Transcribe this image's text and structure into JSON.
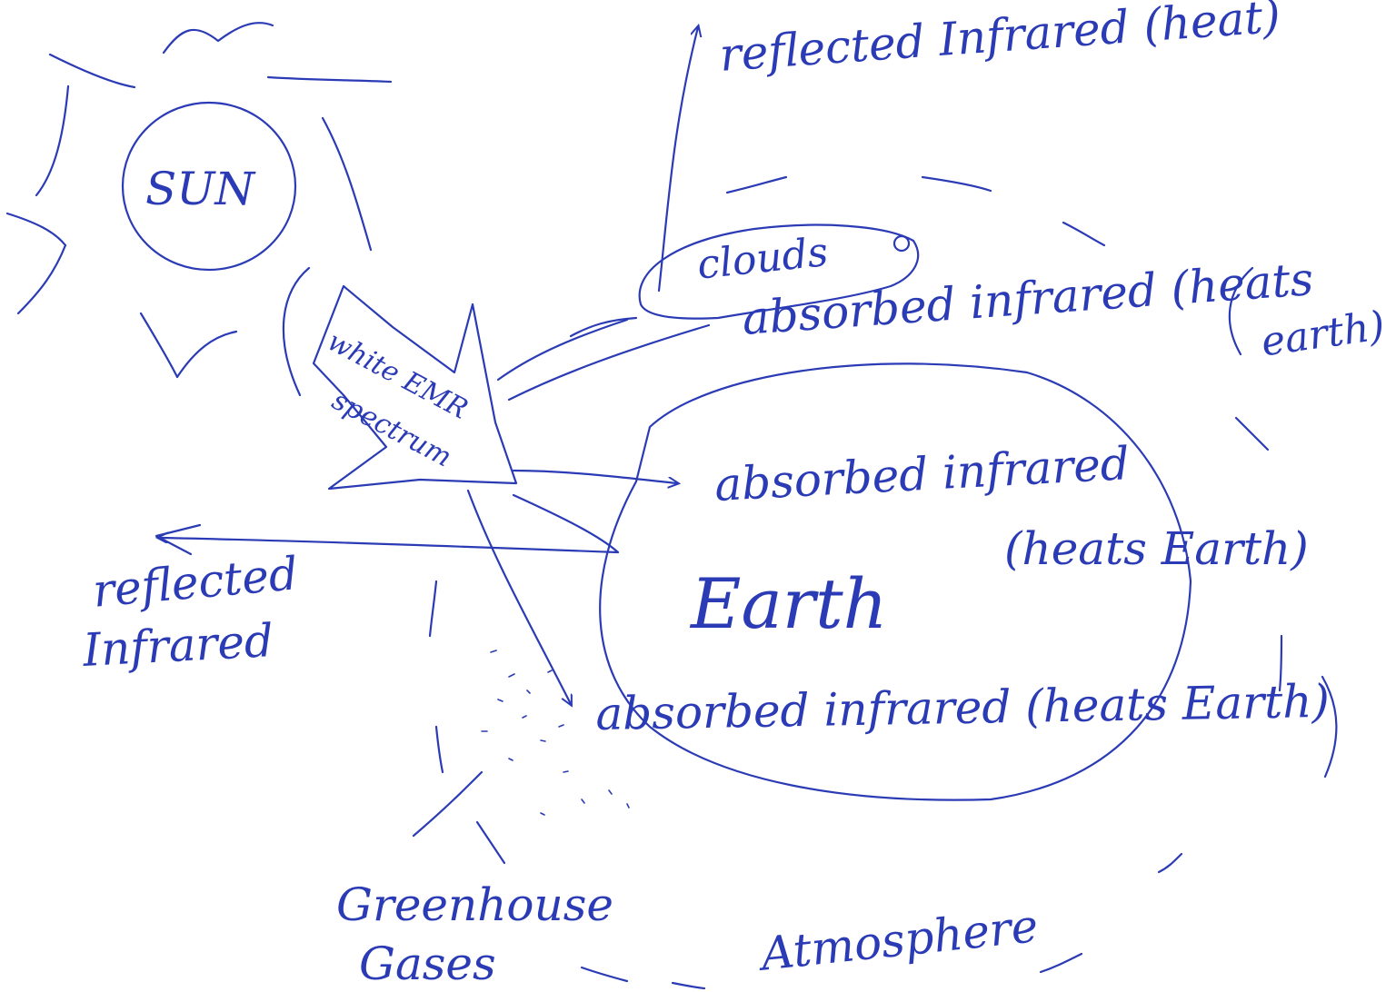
{
  "labels": {
    "sun": "SUN",
    "white_emr_line1": "white EMR",
    "white_emr_line2": "spectrum",
    "reflected_infrared_heat": "reflected Infrared (heat)",
    "clouds": "clouds",
    "absorbed_infrared_clouds_line1": "absorbed infrared (heats",
    "absorbed_infrared_clouds_line2": "earth)",
    "absorbed_infrared_earth_line1": "absorbed infrared",
    "absorbed_infrared_earth_line2": "(heats Earth)",
    "reflected_line1": "reflected",
    "reflected_line2": "Infrared",
    "earth": "Earth",
    "absorbed_infrared_greenhouse": "absorbed infrared (heats Earth)",
    "greenhouse_line1": "Greenhouse",
    "greenhouse_line2": "Gases",
    "atmosphere": "Atmosphere"
  },
  "colors": {
    "ink": "#2b3bb5",
    "paper": "#ffffff"
  }
}
